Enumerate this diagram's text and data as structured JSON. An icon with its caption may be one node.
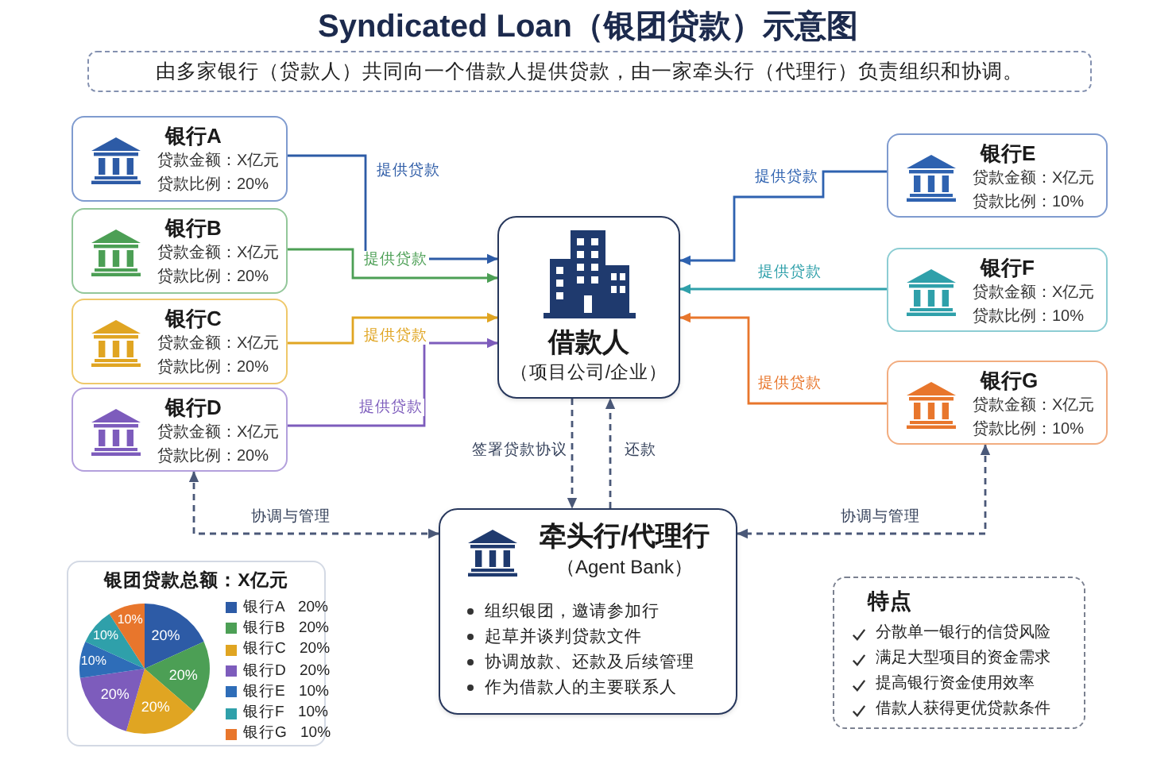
{
  "diagram": {
    "title": "Syndicated Loan（银团贷款）示意图",
    "nodes": [
      {
        "text": [
          "由多家银行（贷款人）共同向一个借款人提供贷款，由一家牵头行（代理行）负责组织和协调。"
        ]
      },
      {
        "text": [
          "银行A",
          "贷款金额：X亿元",
          "贷款比例：20%"
        ]
      },
      {
        "text": [
          "银行B",
          "贷款金额：X亿元",
          "贷款比例：20%"
        ]
      },
      {
        "text": [
          "银行C",
          "贷款金额：X亿元",
          "贷款比例：20%"
        ]
      },
      {
        "text": [
          "银行D",
          "贷款金额：X亿元",
          "贷款比例：20%"
        ]
      },
      {
        "text": [
          "银行E",
          "贷款金额：X亿元",
          "贷款比例：10%"
        ]
      },
      {
        "text": [
          "银行F",
          "贷款金额：X亿元",
          "贷款比例：10%"
        ]
      },
      {
        "text": [
          "银行G",
          "贷款金额：X亿元",
          "贷款比例：10%"
        ]
      },
      {
        "text": [
          "借款人",
          "（项目公司/企业）"
        ]
      },
      {
        "text": [
          "牵头行/代理行",
          "（Agent Bank）",
          "组织银团，邀请参加行",
          "起草并谈判贷款文件",
          "协调放款、还款及后续管理",
          "作为借款人的主要联系人"
        ]
      },
      {
        "text": [
          "特点",
          "分散单一银行的信贷风险",
          "满足大型项目的资金需求",
          "提高银行资金使用效率",
          "借款人获得更优贷款条件"
        ]
      }
    ],
    "edges": [
      {
        "from": 1,
        "to": 8,
        "arrow": "to",
        "label": "提供贷款",
        "color": "#2d5ba6"
      },
      {
        "from": 2,
        "to": 8,
        "arrow": "to",
        "label": "提供贷款",
        "color": "#4c9f55"
      },
      {
        "from": 3,
        "to": 8,
        "arrow": "to",
        "label": "提供贷款",
        "color": "#e0a522"
      },
      {
        "from": 4,
        "to": 8,
        "arrow": "to",
        "label": "提供贷款",
        "color": "#7d5cbc"
      },
      {
        "from": 5,
        "to": 8,
        "arrow": "to",
        "label": "提供贷款",
        "color": "#2e62b0"
      },
      {
        "from": 6,
        "to": 8,
        "arrow": "to",
        "label": "提供贷款",
        "color": "#2fa0aa"
      },
      {
        "from": 7,
        "to": 8,
        "arrow": "to",
        "label": "提供贷款",
        "color": "#e8762c"
      },
      {
        "from": 8,
        "to": 9,
        "arrow": "to",
        "label": "签署贷款协议",
        "style": "dashed"
      },
      {
        "from": 9,
        "to": 8,
        "arrow": "to",
        "label": "还款",
        "style": "dashed"
      },
      {
        "from": 4,
        "to": 9,
        "arrow": "both",
        "label": "协调与管理",
        "style": "dashed"
      },
      {
        "from": 7,
        "to": 9,
        "arrow": "both",
        "label": "协调与管理",
        "style": "dashed"
      }
    ],
    "legend": [
      {
        "text": "银行A 20%",
        "color": "#2d5ba6"
      },
      {
        "text": "银行B 20%",
        "color": "#4c9f55"
      },
      {
        "text": "银行C 20%",
        "color": "#e0a522"
      },
      {
        "text": "银行D 20%",
        "color": "#7d5cbc"
      },
      {
        "text": "银行E 10%",
        "color": "#2e6db8"
      },
      {
        "text": "银行F 10%",
        "color": "#2fa0aa"
      },
      {
        "text": "银行G 10%",
        "color": "#e8762c"
      }
    ],
    "chart_data": {
      "type": "pie",
      "title": "银团贷款总额：X亿元",
      "values": [
        20,
        20,
        20,
        20,
        10,
        10,
        10
      ],
      "value_labels": [
        "20%",
        "20%",
        "20%",
        "20%",
        "10%",
        "10%",
        "10%"
      ]
    }
  }
}
